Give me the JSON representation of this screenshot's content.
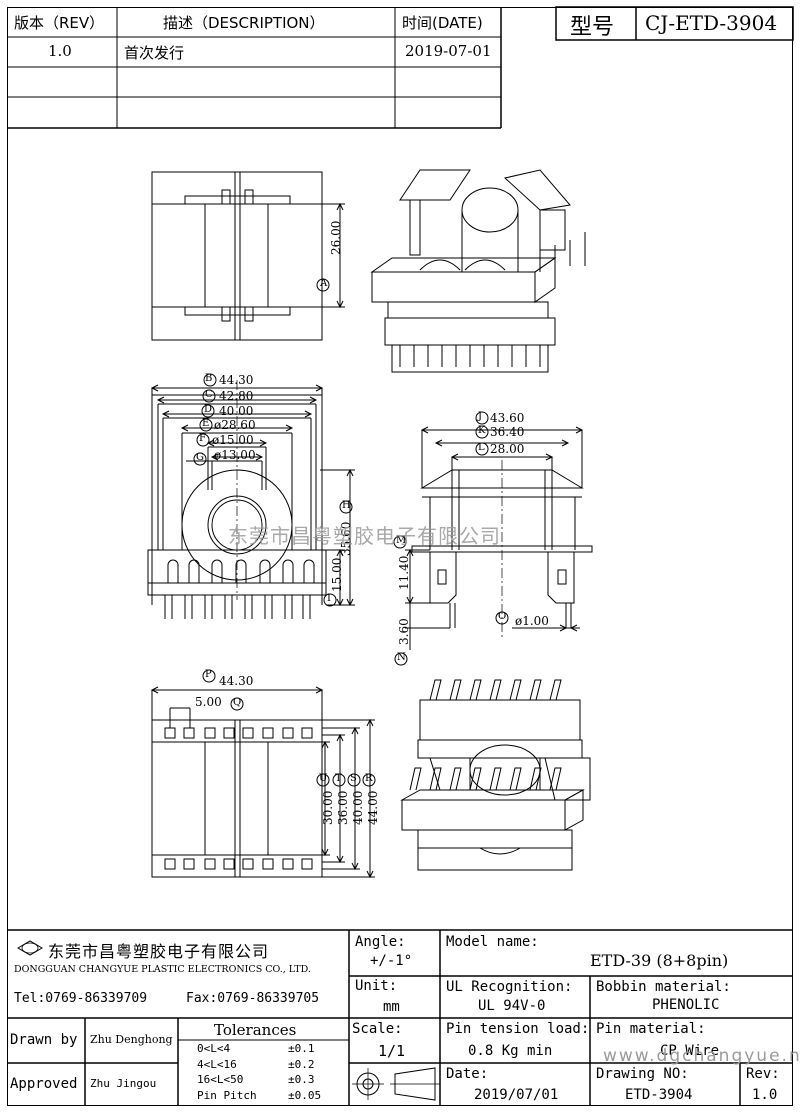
{
  "revision_table": {
    "headers": {
      "rev": "版本（REV）",
      "desc": "描述（DESCRIPTION）",
      "date": "时间(DATE)"
    },
    "rows": [
      {
        "rev": "1.0",
        "desc": "首次发行",
        "date": "2019-07-01"
      }
    ]
  },
  "model_box": {
    "label": "型号",
    "value": "CJ-ETD-3904"
  },
  "dimensions": {
    "A": "26.00",
    "B": "44.30",
    "C": "42.80",
    "D": "40.00",
    "E": "ø28.60",
    "F": "ø15.00",
    "G": "ø13.00",
    "H": "35.60",
    "I": "15.00",
    "J": "43.60",
    "K": "36.40",
    "L": "28.00",
    "M": "11.40",
    "N": "3.60",
    "O": "ø1.00",
    "P": "44.30",
    "Q": "5.00",
    "R": "44.00",
    "S": "40.00",
    "T": "36.00",
    "U": "30.00"
  },
  "dimension_letters": [
    "A",
    "B",
    "C",
    "D",
    "E",
    "F",
    "G",
    "H",
    "I",
    "J",
    "K",
    "L",
    "M",
    "N",
    "O",
    "P",
    "Q",
    "R",
    "S",
    "T",
    "U"
  ],
  "watermark": "东莞市昌粤塑胶电子有限公司",
  "watermark2": "www.dgchangyue.net",
  "title_block": {
    "company_cn": "东莞市昌粤塑胶电子有限公司",
    "company_en": "DONGGUAN CHANGYUE PLASTIC ELECTRONICS CO., LTD.",
    "tel": "Tel:0769-86339709",
    "fax": "Fax:0769-86339705",
    "angle_label": "Angle:",
    "angle_value": "+/-1°",
    "unit_label": "Unit:",
    "unit_value": "mm",
    "scale_label": "Scale:",
    "scale_value": "1/1",
    "model_label": "Model name:",
    "model_value": "ETD-39 (8+8pin)",
    "ul_label": "UL Recognition:",
    "ul_value": "UL 94V-0",
    "bobbin_label": "Bobbin material:",
    "bobbin_value": "PHENOLIC",
    "tension_label": "Pin tension load:",
    "tension_value": "0.8 Kg min",
    "pin_material_label": "Pin material:",
    "pin_material_value": "CP Wire",
    "date_label": "Date:",
    "date_value": "2019/07/01",
    "drawing_label": "Drawing NO:",
    "drawing_value": "ETD-3904",
    "rev_label": "Rev:",
    "rev_value": "1.0",
    "drawn_label": "Drawn by",
    "drawn_value": "Zhu Denghong",
    "approved_label": "Approved",
    "approved_value": "Zhu  Jingou",
    "tolerances_label": "Tolerances",
    "tolerances": [
      {
        "range": "0<L<4",
        "tol": "±0.1"
      },
      {
        "range": "4<L<16",
        "tol": "±0.2"
      },
      {
        "range": "16<L<50",
        "tol": "±0.3"
      },
      {
        "range": "Pin Pitch",
        "tol": "±0.05"
      }
    ]
  }
}
